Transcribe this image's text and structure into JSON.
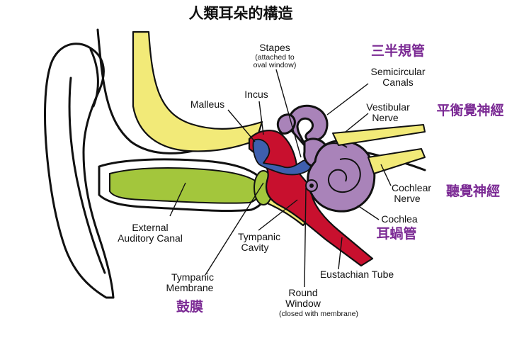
{
  "title": "人類耳朵的構造",
  "colors": {
    "outline": "#111111",
    "yellow": "#f2ea78",
    "canal_green": "#a3c63c",
    "cavity_red": "#c8102e",
    "ossicle_blue": "#3e5fae",
    "inner_ear_purple": "#a983b9",
    "chinese_label": "#7b2a94"
  },
  "labels": {
    "stapes": "Stapes",
    "stapes_note_1": "(attached to",
    "stapes_note_2": "oval window)",
    "incus": "Incus",
    "malleus": "Malleus",
    "semicircular_1": "Semicircular",
    "semicircular_2": "Canals",
    "vestibular_1": "Vestibular",
    "vestibular_2": "Nerve",
    "cochlear_nerve_1": "Cochlear",
    "cochlear_nerve_2": "Nerve",
    "cochlea": "Cochlea",
    "external_canal_1": "External",
    "external_canal_2": "Auditory Canal",
    "tympanic_cavity_1": "Tympanic",
    "tympanic_cavity_2": "Cavity",
    "tympanic_membrane_1": "Tympanic",
    "tympanic_membrane_2": "Membrane",
    "eustachian_tube": "Eustachian Tube",
    "round_window_1": "Round",
    "round_window_2": "Window",
    "round_window_note": "(closed with membrane)"
  },
  "chinese_labels": {
    "semicircular": "三半規管",
    "vestibular_nerve": "平衡覺神經",
    "cochlear_nerve": "聽覺神經",
    "cochlea": "耳蝸管",
    "tympanic_membrane": "鼓膜"
  }
}
